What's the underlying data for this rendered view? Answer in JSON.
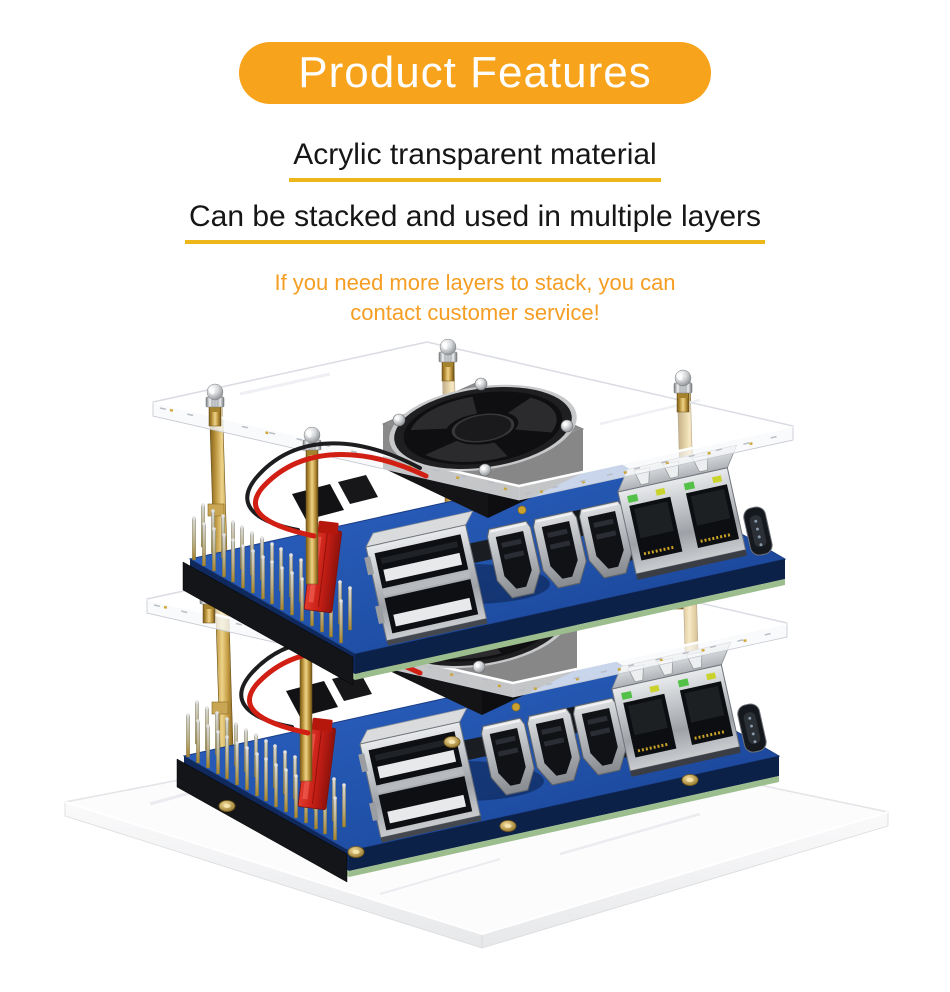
{
  "banner": {
    "label": "Product Features",
    "bg_color": "#F7A31C",
    "text_color": "#FFFFFF"
  },
  "features": {
    "underline_color": "#EDB71C",
    "items": [
      {
        "text": "Acrylic transparent material"
      },
      {
        "text": "Can be stacked and used in multiple layers"
      }
    ]
  },
  "note": {
    "color": "#F59E23",
    "lines": [
      "If you need more layers to stack, you can",
      "contact customer service!"
    ]
  },
  "photo": {
    "subject": "stacked-acrylic-case-with-two-single-board-computers",
    "layers_count": 2,
    "colors": {
      "pcb_blue": "#2254AD",
      "brass": "#C9A84F",
      "fan_black": "#1C1C1E",
      "acrylic_edge": "#F2F3F6",
      "wire_red": "#D21F14",
      "led_green": "#53C147",
      "led_yellow": "#C9D32C"
    },
    "parts": [
      "acrylic-plate",
      "brass-standoff",
      "acorn-nut",
      "cooling-fan",
      "gpio-header",
      "fan-power-wire",
      "usb-ports",
      "hdmi-ports",
      "ethernet-ports",
      "usb-c-port",
      "pcb-board",
      "base-plate"
    ]
  }
}
